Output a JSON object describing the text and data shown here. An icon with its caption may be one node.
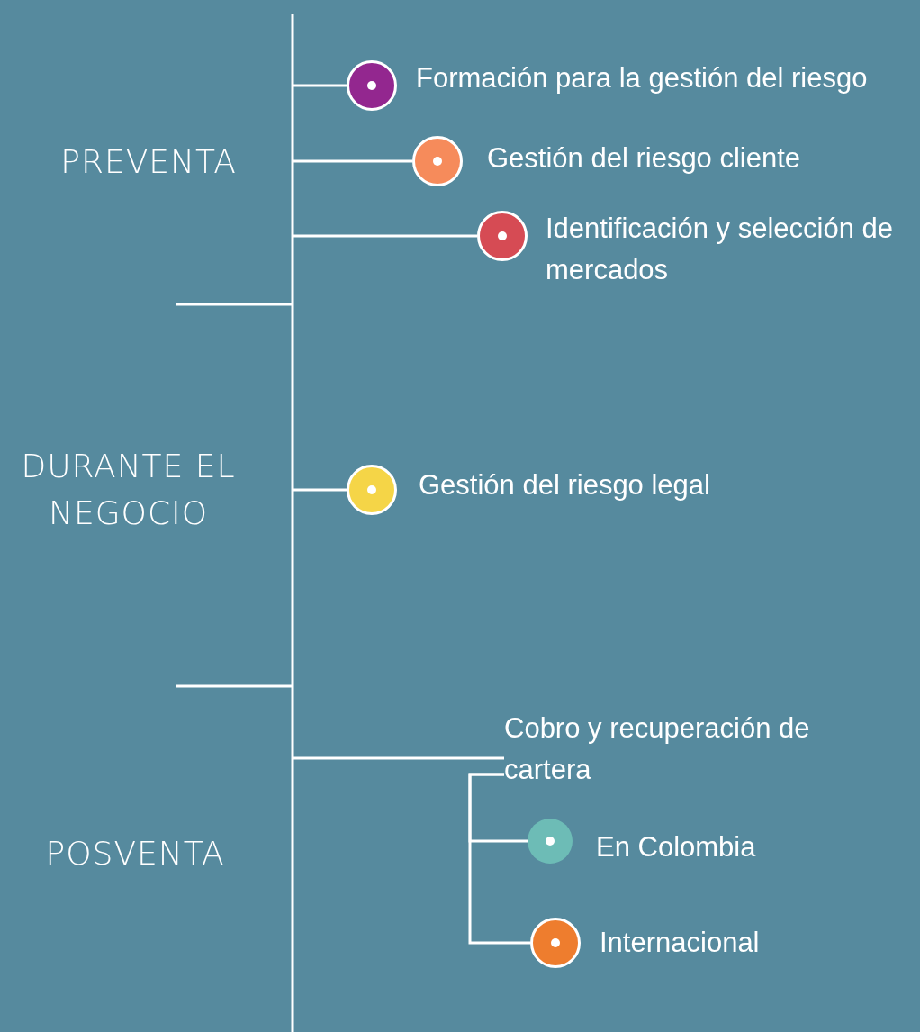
{
  "diagram": {
    "nodes": [
      {
        "text": [],
        "shape": "circle",
        "beside": [
          "Formación para la gestión del riesgo"
        ]
      },
      {
        "text": [],
        "shape": "circle",
        "beside": [
          "Gestión del riesgo cliente"
        ]
      },
      {
        "text": [],
        "shape": "circle",
        "beside": [
          "Identificación y selección de mercados"
        ]
      },
      {
        "text": [],
        "shape": "circle",
        "beside": [
          "Gestión del riesgo legal"
        ]
      },
      {
        "text": [
          "Cobro y recuperación de cartera"
        ]
      },
      {
        "text": [],
        "shape": "circle",
        "beside": [
          "En Colombia"
        ]
      },
      {
        "text": [],
        "shape": "circle",
        "beside": [
          "Internacional"
        ]
      }
    ],
    "edges": [
      {
        "from": null,
        "to": 0,
        "arrow": "none"
      },
      {
        "from": null,
        "to": 1,
        "arrow": "none"
      },
      {
        "from": null,
        "to": 2,
        "arrow": "none"
      },
      {
        "from": null,
        "to": 3,
        "arrow": "none"
      },
      {
        "from": null,
        "to": 4,
        "arrow": "none"
      },
      {
        "from": 4,
        "to": 5,
        "arrow": "none"
      },
      {
        "from": 4,
        "to": 6,
        "arrow": "none"
      }
    ],
    "labels": [
      "PREVENTA",
      "DURANTE EL NEGOCIO",
      "POSVENTA"
    ]
  }
}
